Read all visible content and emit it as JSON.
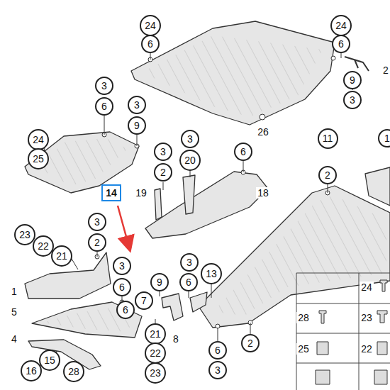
{
  "diagram": {
    "labels": [
      "24",
      "6",
      "24",
      "6",
      "2",
      "9",
      "3",
      "3",
      "6",
      "3",
      "9",
      "26",
      "24",
      "25",
      "3",
      "20",
      "6",
      "11",
      "1",
      "3",
      "2",
      "2",
      "14",
      "19",
      "18",
      "3",
      "2",
      "23",
      "22",
      "21",
      "3",
      "3",
      "13",
      "9",
      "6",
      "24",
      "6",
      "1",
      "7",
      "6",
      "5",
      "28",
      "23",
      "21",
      "8",
      "4",
      "2",
      "25",
      "22",
      "6",
      "22",
      "15",
      "16",
      "28",
      "3",
      "23"
    ]
  }
}
